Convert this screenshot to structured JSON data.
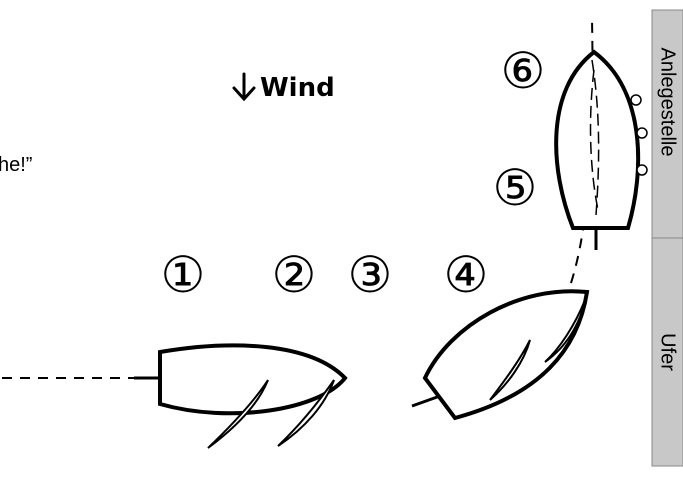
{
  "caption_fragment": "he!”",
  "wind_label": "Wind",
  "wind_arrow_icon": "down-arrow-icon",
  "position_numbers": [
    "①",
    "②",
    "③",
    "④",
    "⑤",
    "⑥"
  ],
  "side_panel": {
    "landing_label": "Anlegestelle",
    "shore_label": "Ufer",
    "color": "#c8c8c8"
  }
}
